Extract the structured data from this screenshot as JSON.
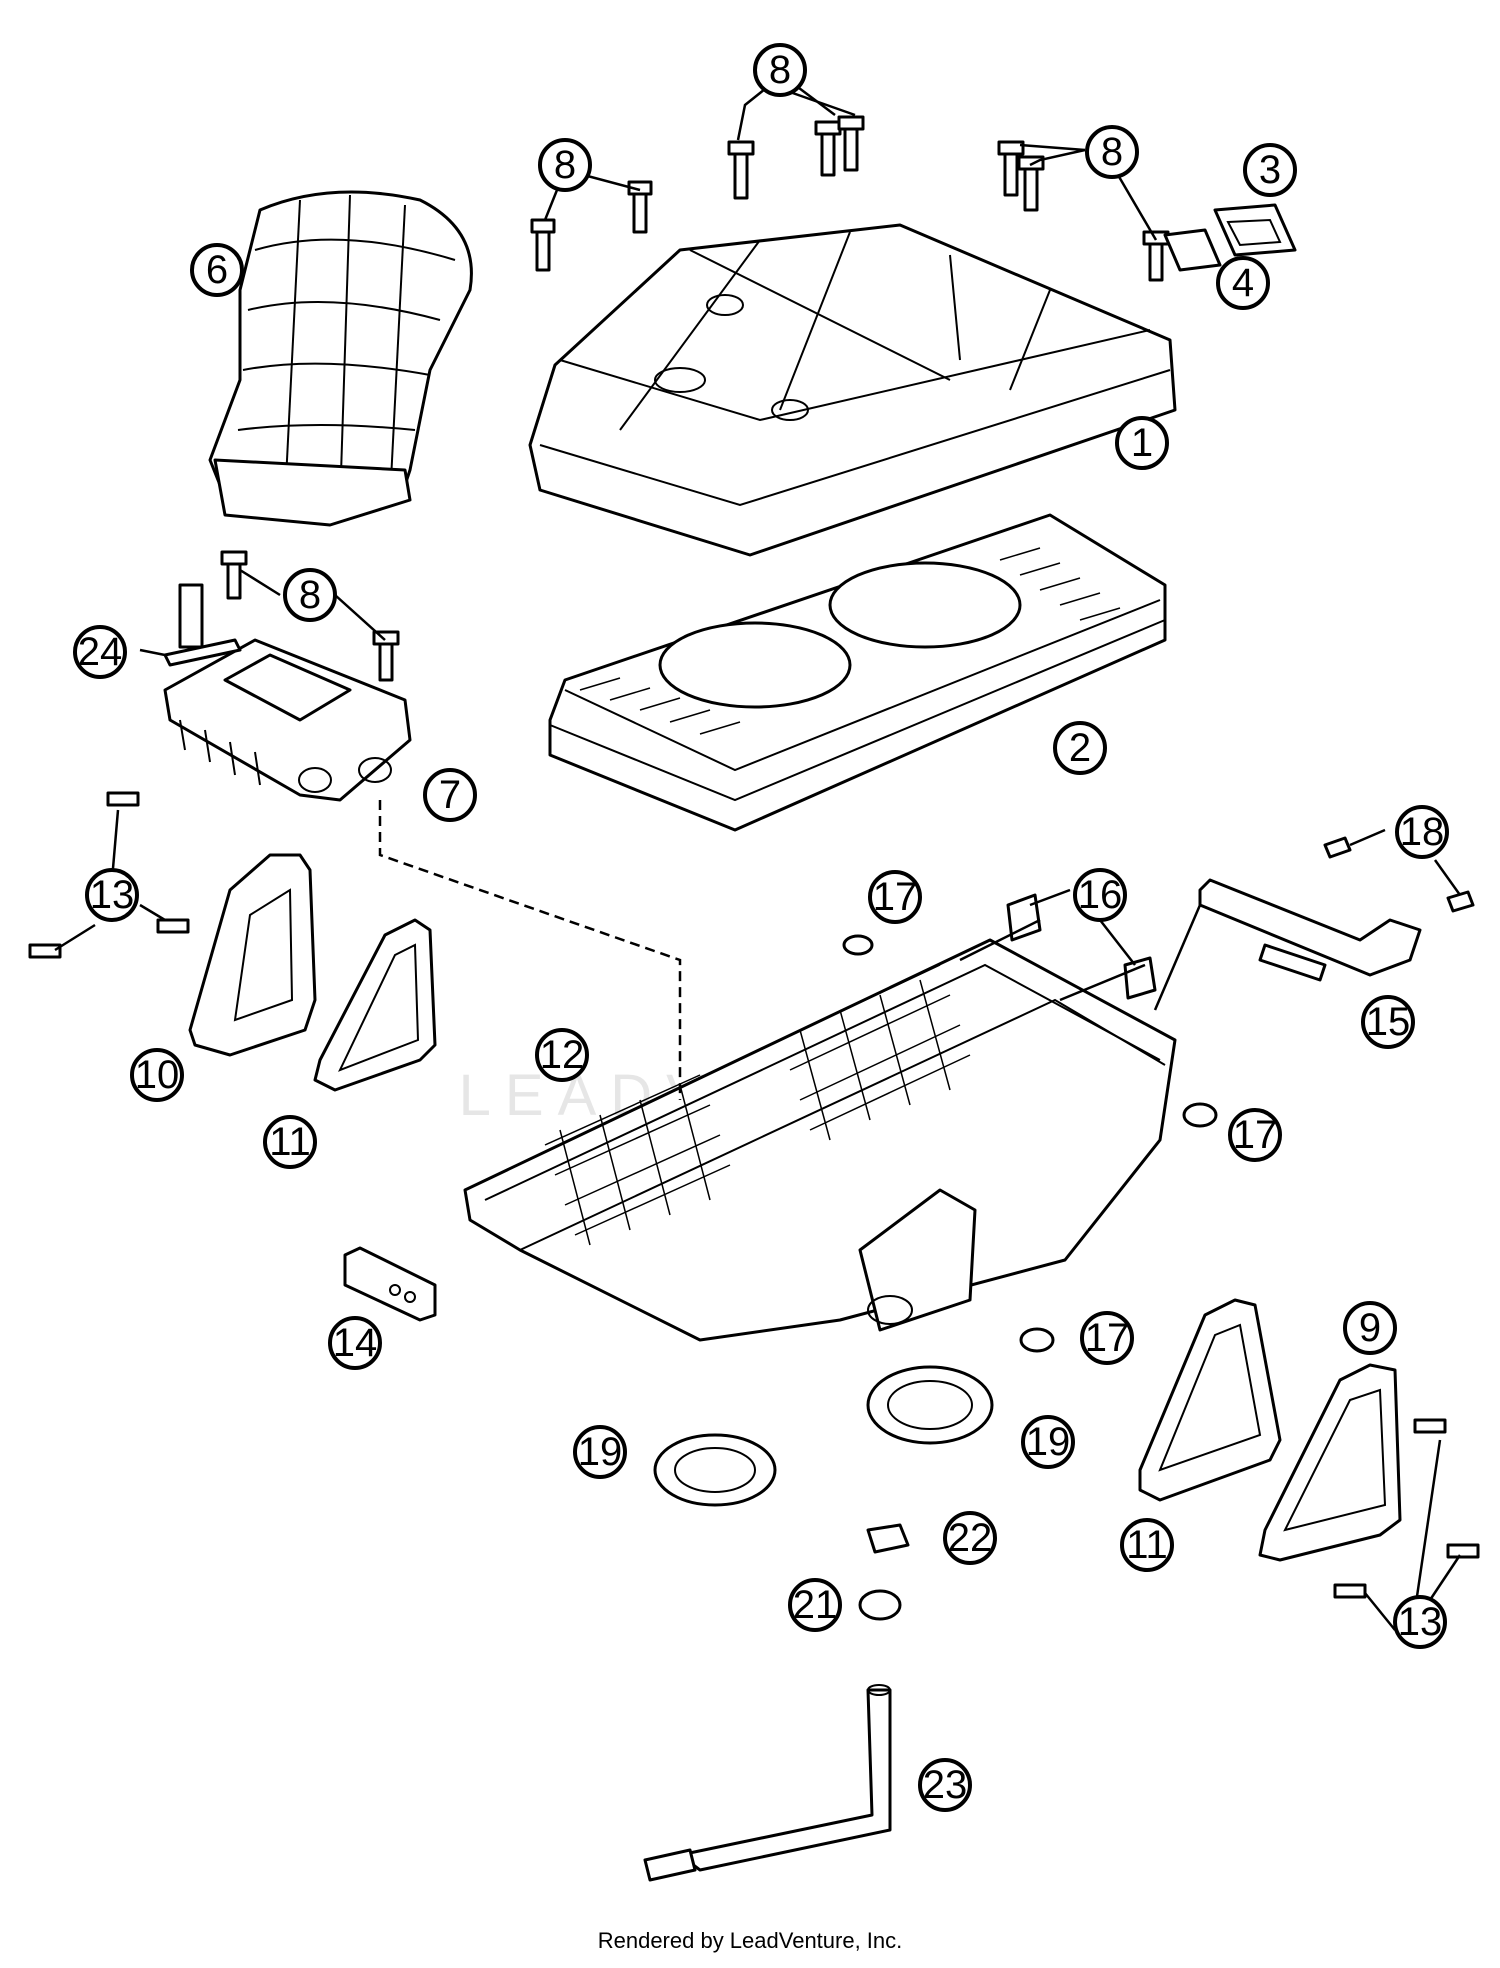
{
  "watermark": "LEADVENTURE",
  "footer": "Rendered by LeadVenture, Inc.",
  "callouts": [
    {
      "id": "c1",
      "label": "1"
    },
    {
      "id": "c2",
      "label": "2"
    },
    {
      "id": "c3",
      "label": "3"
    },
    {
      "id": "c4",
      "label": "4"
    },
    {
      "id": "c6",
      "label": "6"
    },
    {
      "id": "c7",
      "label": "7"
    },
    {
      "id": "c8a",
      "label": "8"
    },
    {
      "id": "c8b",
      "label": "8"
    },
    {
      "id": "c8c",
      "label": "8"
    },
    {
      "id": "c8d",
      "label": "8"
    },
    {
      "id": "c9",
      "label": "9"
    },
    {
      "id": "c10",
      "label": "10"
    },
    {
      "id": "c11a",
      "label": "11"
    },
    {
      "id": "c11b",
      "label": "11"
    },
    {
      "id": "c12",
      "label": "12"
    },
    {
      "id": "c13a",
      "label": "13"
    },
    {
      "id": "c13b",
      "label": "13"
    },
    {
      "id": "c14",
      "label": "14"
    },
    {
      "id": "c15",
      "label": "15"
    },
    {
      "id": "c16",
      "label": "16"
    },
    {
      "id": "c17a",
      "label": "17"
    },
    {
      "id": "c17b",
      "label": "17"
    },
    {
      "id": "c17c",
      "label": "17"
    },
    {
      "id": "c18",
      "label": "18"
    },
    {
      "id": "c19a",
      "label": "19"
    },
    {
      "id": "c19b",
      "label": "19"
    },
    {
      "id": "c21",
      "label": "21"
    },
    {
      "id": "c22",
      "label": "22"
    },
    {
      "id": "c23",
      "label": "23"
    },
    {
      "id": "c24",
      "label": "24"
    }
  ]
}
